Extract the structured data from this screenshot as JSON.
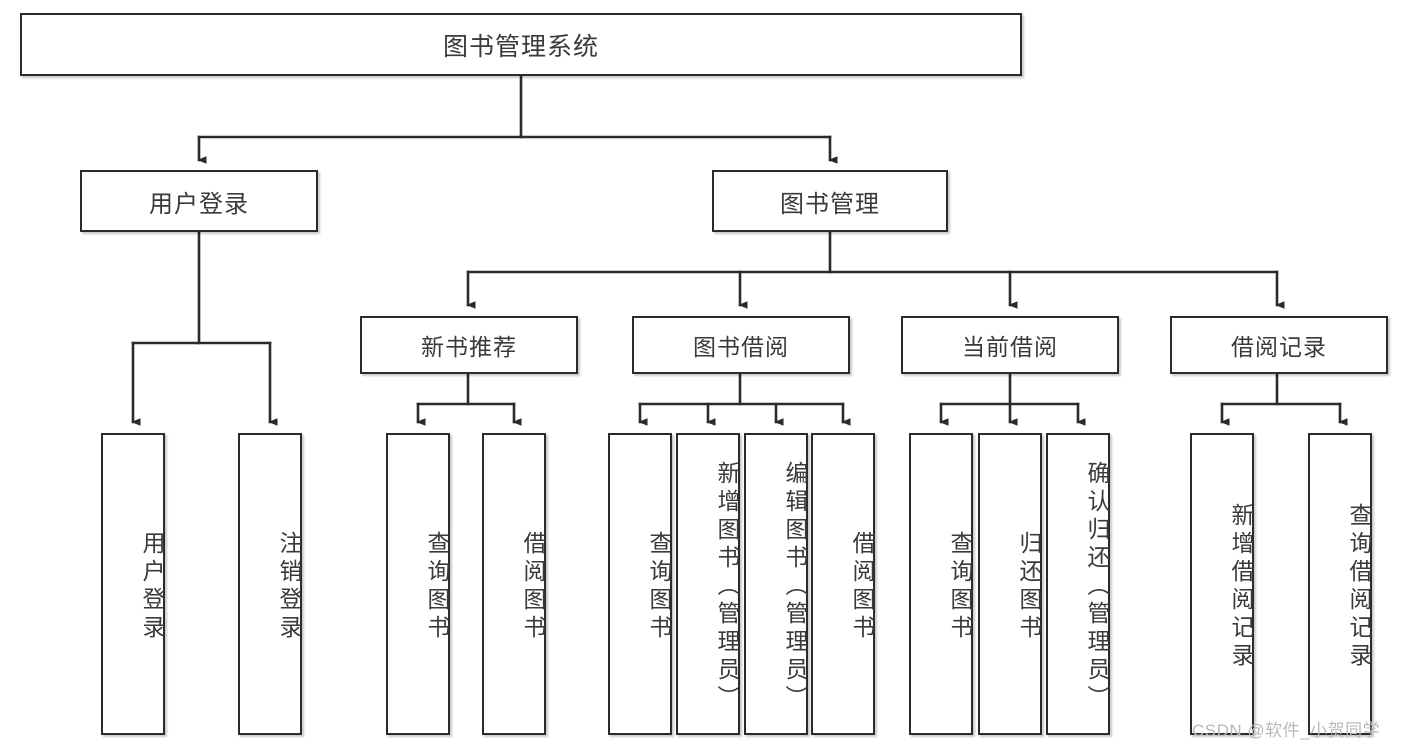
{
  "diagram": {
    "title_node": {
      "label": "图书管理系统"
    },
    "level1": [
      {
        "id": "user-login",
        "label": "用户登录"
      },
      {
        "id": "book-management",
        "label": "图书管理"
      }
    ],
    "level2": [
      {
        "id": "new-book-recommend",
        "label": "新书推荐"
      },
      {
        "id": "book-borrow",
        "label": "图书借阅"
      },
      {
        "id": "current-borrow",
        "label": "当前借阅"
      },
      {
        "id": "borrow-record",
        "label": "借阅记录"
      }
    ],
    "leaves": [
      {
        "id": "leaf-user-login",
        "label": "用户登录",
        "parent": "user-login"
      },
      {
        "id": "leaf-logout-login",
        "label": "注销登录",
        "parent": "user-login"
      },
      {
        "id": "leaf-query-book-1",
        "label": "查询图书",
        "parent": "new-book-recommend"
      },
      {
        "id": "leaf-borrow-book-1",
        "label": "借阅图书",
        "parent": "new-book-recommend"
      },
      {
        "id": "leaf-query-book-2",
        "label": "查询图书",
        "parent": "book-borrow"
      },
      {
        "id": "leaf-add-book",
        "label": "新增图书（管理员）",
        "parent": "book-borrow"
      },
      {
        "id": "leaf-edit-book",
        "label": "编辑图书（管理员）",
        "parent": "book-borrow"
      },
      {
        "id": "leaf-borrow-book-2",
        "label": "借阅图书",
        "parent": "book-borrow"
      },
      {
        "id": "leaf-query-book-3",
        "label": "查询图书",
        "parent": "current-borrow"
      },
      {
        "id": "leaf-return-book",
        "label": "归还图书",
        "parent": "current-borrow"
      },
      {
        "id": "leaf-confirm-return",
        "label": "确认归还（管理员）",
        "parent": "current-borrow"
      },
      {
        "id": "leaf-add-record",
        "label": "新增借阅记录",
        "parent": "borrow-record"
      },
      {
        "id": "leaf-query-record",
        "label": "查询借阅记录",
        "parent": "borrow-record"
      }
    ],
    "colors": {
      "stroke": "#2b2b2b",
      "text": "#3a3a3a",
      "background": "#ffffff",
      "watermark": "#b9b9b9"
    }
  },
  "watermark": {
    "text": "CSDN @软件_小贺同学"
  }
}
